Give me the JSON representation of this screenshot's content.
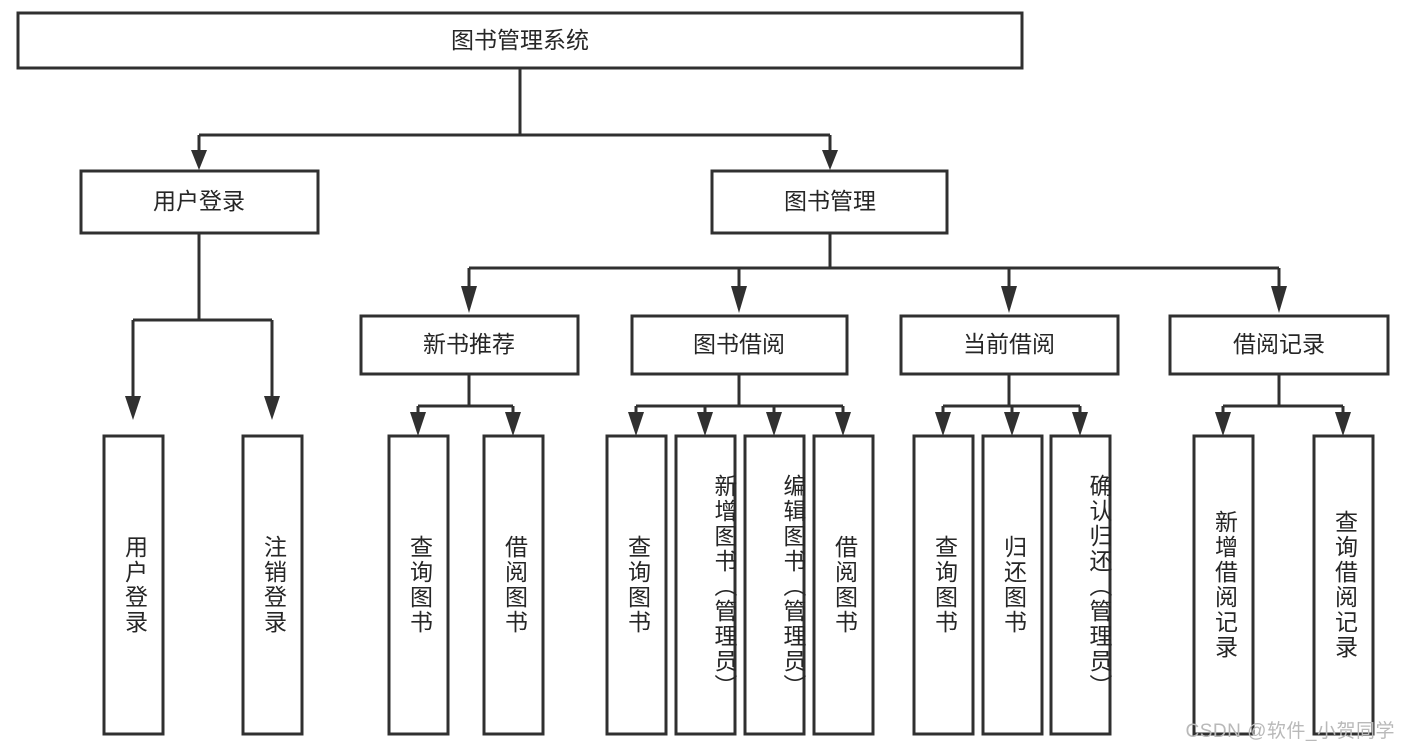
{
  "diagram": {
    "type": "tree",
    "title": "图书管理系统",
    "orientation": "top-down",
    "colors": {
      "box_fill": "#ffffff",
      "box_stroke": "#303030",
      "text": "#262626",
      "watermark": "#b9b9b9"
    },
    "root": {
      "label": "图书管理系统"
    },
    "level2": [
      {
        "label": "用户登录"
      },
      {
        "label": "图书管理"
      }
    ],
    "level3": [
      {
        "label": "新书推荐"
      },
      {
        "label": "图书借阅"
      },
      {
        "label": "当前借阅"
      },
      {
        "label": "借阅记录"
      }
    ],
    "leaves": {
      "user_login": [
        {
          "label": "用户登录"
        },
        {
          "label": "注销登录"
        }
      ],
      "new_book_recommend": [
        {
          "label": "查询图书"
        },
        {
          "label": "借阅图书"
        }
      ],
      "book_borrow": [
        {
          "label": "查询图书"
        },
        {
          "label": "新增图书（管理员）"
        },
        {
          "label": "编辑图书（管理员）"
        },
        {
          "label": "借阅图书"
        }
      ],
      "current_borrow": [
        {
          "label": "查询图书"
        },
        {
          "label": "归还图书"
        },
        {
          "label": "确认归还（管理员）"
        }
      ],
      "borrow_record": [
        {
          "label": "新增借阅记录"
        },
        {
          "label": "查询借阅记录"
        }
      ]
    }
  },
  "watermark": {
    "text": "CSDN @软件_小贺同学"
  }
}
